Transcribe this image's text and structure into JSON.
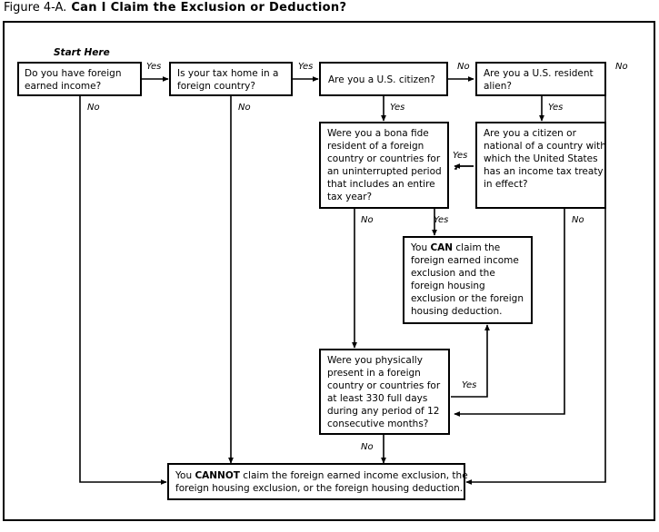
{
  "figure": {
    "number": "Figure 4-A.",
    "title": "Can I Claim the Exclusion or Deduction?"
  },
  "start_label": "Start Here",
  "edge_labels": {
    "yes": "Yes",
    "no": "No"
  },
  "nodes": {
    "q1": {
      "id": "foreign-earned-income",
      "lines": [
        "Do you have foreign",
        "earned income?"
      ]
    },
    "q2": {
      "id": "tax-home-foreign-country",
      "lines": [
        "Is your tax home in a",
        "foreign country?"
      ]
    },
    "q3": {
      "id": "us-citizen",
      "lines": [
        "Are you a U.S. citizen?"
      ]
    },
    "q4": {
      "id": "us-resident-alien",
      "lines": [
        "Are you a U.S. resident",
        "alien?"
      ]
    },
    "q5": {
      "id": "bona-fide-residence",
      "lines": [
        "Were you a bona fide",
        "resident of a foreign",
        "country or countries for",
        "an uninterrupted period",
        "that includes an entire",
        "tax year?"
      ]
    },
    "q6": {
      "id": "tax-treaty-country",
      "lines": [
        "Are you a citizen or",
        "national of a country with",
        "which the United States",
        "has an income tax treaty",
        "in effect?"
      ]
    },
    "q7": {
      "id": "physical-presence",
      "lines": [
        "Were you physically",
        "present in a foreign",
        "country or countries for",
        "at least 330 full days",
        "during any period of 12",
        "consecutive months?"
      ]
    },
    "result_can": {
      "id": "result-can-claim",
      "lines": [
        [
          {
            "t": "You ",
            "b": false
          },
          {
            "t": "CAN",
            "b": true
          },
          {
            "t": " claim the",
            "b": false
          }
        ],
        [
          {
            "t": "foreign earned income",
            "b": false
          }
        ],
        [
          {
            "t": "exclusion and the",
            "b": false
          }
        ],
        [
          {
            "t": "foreign housing",
            "b": false
          }
        ],
        [
          {
            "t": "exclusion or the foreign",
            "b": false
          }
        ],
        [
          {
            "t": "housing deduction.",
            "b": false
          }
        ]
      ]
    },
    "result_cannot": {
      "id": "result-cannot-claim",
      "lines": [
        [
          {
            "t": "You ",
            "b": false
          },
          {
            "t": "CANNOT",
            "b": true
          },
          {
            "t": " claim the foreign earned income exclusion, the",
            "b": false
          }
        ],
        [
          {
            "t": "foreign housing exclusion, or the foreign housing deduction.",
            "b": false
          }
        ]
      ]
    }
  },
  "edges": [
    {
      "from": "q1",
      "to": "q2",
      "label": "Yes"
    },
    {
      "from": "q1",
      "to": "result_cannot",
      "label": "No"
    },
    {
      "from": "q2",
      "to": "q3",
      "label": "Yes"
    },
    {
      "from": "q2",
      "to": "result_cannot",
      "label": "No"
    },
    {
      "from": "q3",
      "to": "q4",
      "label": "No"
    },
    {
      "from": "q3",
      "to": "q5",
      "label": "Yes"
    },
    {
      "from": "q4",
      "to": "result_cannot",
      "label": "No"
    },
    {
      "from": "q4",
      "to": "q6",
      "label": "Yes"
    },
    {
      "from": "q5",
      "to": "q7",
      "label": "No"
    },
    {
      "from": "q5",
      "to": "result_can",
      "label": "Yes"
    },
    {
      "from": "q6",
      "to": "q5",
      "label": "Yes"
    },
    {
      "from": "q6",
      "to": "q7",
      "label": "No"
    },
    {
      "from": "q7",
      "to": "result_can",
      "label": "Yes"
    },
    {
      "from": "q7",
      "to": "result_cannot",
      "label": "No"
    }
  ],
  "colors": {
    "stroke": "#000000",
    "background": "#ffffff",
    "text": "#000000"
  }
}
